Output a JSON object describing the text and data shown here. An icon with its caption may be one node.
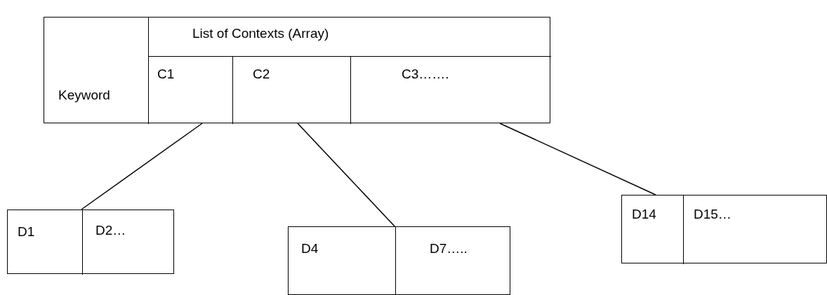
{
  "diagram": {
    "nodes": [
      {
        "text": [],
        "shape": "box"
      },
      {
        "text": [
          "Keyword"
        ],
        "in": 0
      },
      {
        "text": [
          "List of Contexts (Array)"
        ],
        "in": 0
      },
      {
        "text": [
          "C1"
        ],
        "in": 0
      },
      {
        "text": [
          "C2"
        ],
        "in": 0
      },
      {
        "text": [
          "C3……."
        ],
        "in": 0
      },
      {
        "text": [],
        "shape": "box"
      },
      {
        "text": [
          "D1"
        ],
        "in": 6
      },
      {
        "text": [
          "D2…"
        ],
        "in": 6
      },
      {
        "text": [],
        "shape": "box"
      },
      {
        "text": [
          "D4"
        ],
        "in": 9
      },
      {
        "text": [
          "D7….."
        ],
        "in": 9
      },
      {
        "text": [],
        "shape": "box"
      },
      {
        "text": [
          "D14"
        ],
        "in": 12
      },
      {
        "text": [
          "D15…"
        ],
        "in": 12
      }
    ],
    "edges": [
      {
        "from": 3,
        "to": 6,
        "arrow": "none"
      },
      {
        "from": 4,
        "to": 9,
        "arrow": "none"
      },
      {
        "from": 5,
        "to": 12,
        "arrow": "none"
      }
    ]
  }
}
